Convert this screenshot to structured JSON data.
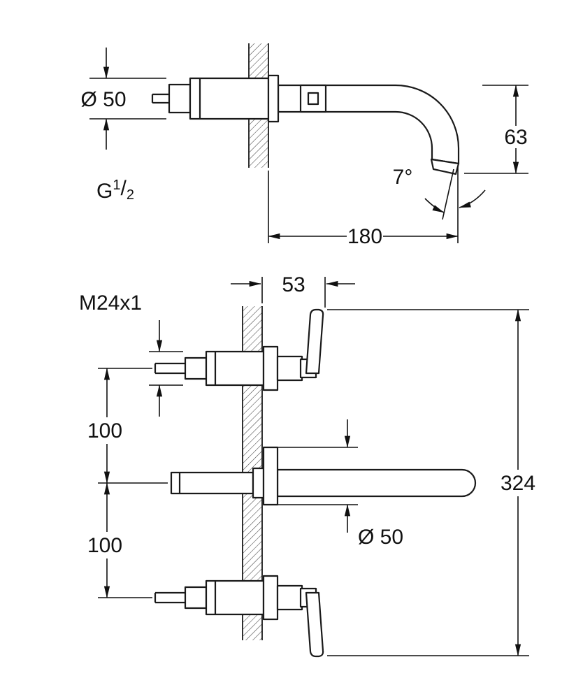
{
  "colors": {
    "line": "#1a1a1a",
    "text": "#111111",
    "background": "#ffffff"
  },
  "side_view": {
    "labels": {
      "body_diameter": "Ø 50",
      "inlet_thread_base": "G",
      "inlet_thread_numerator": "1",
      "inlet_thread_slash": "/",
      "inlet_thread_denominator": "2",
      "spout_drop_height": "63",
      "spout_angle": "7°",
      "spout_reach": "180"
    }
  },
  "front_view": {
    "labels": {
      "wall_to_handle_depth": "53",
      "mounting_thread": "M24x1",
      "upper_handle_spacing": "100",
      "lower_handle_spacing": "100",
      "escutcheon_diameter": "Ø 50",
      "overall_height": "324"
    }
  }
}
